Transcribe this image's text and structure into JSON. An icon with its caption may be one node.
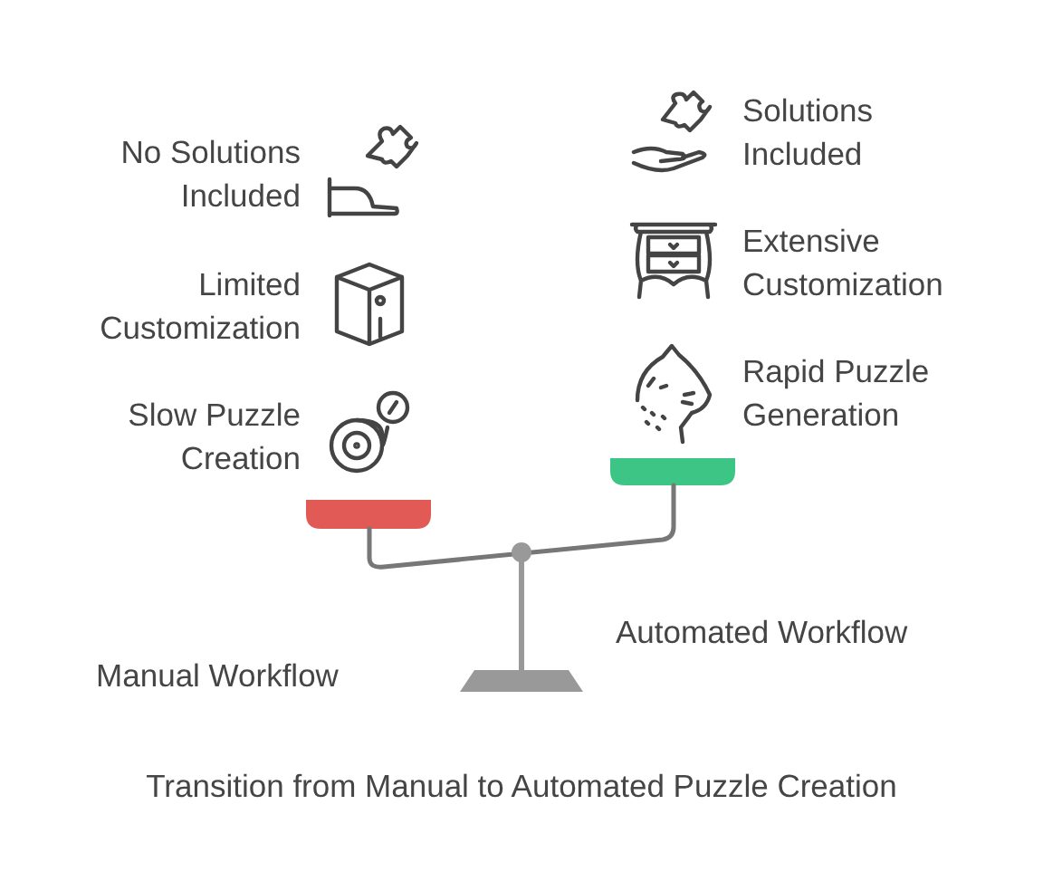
{
  "diagram": {
    "caption": "Transition from Manual to Automated Puzzle Creation",
    "labels": [
      "Solutions Included",
      "No Solutions Included",
      "Extensive Customization",
      "Limited Customization",
      "Rapid Puzzle Generation",
      "Slow Puzzle Creation",
      "Automated Workflow",
      "Manual Workflow"
    ]
  }
}
